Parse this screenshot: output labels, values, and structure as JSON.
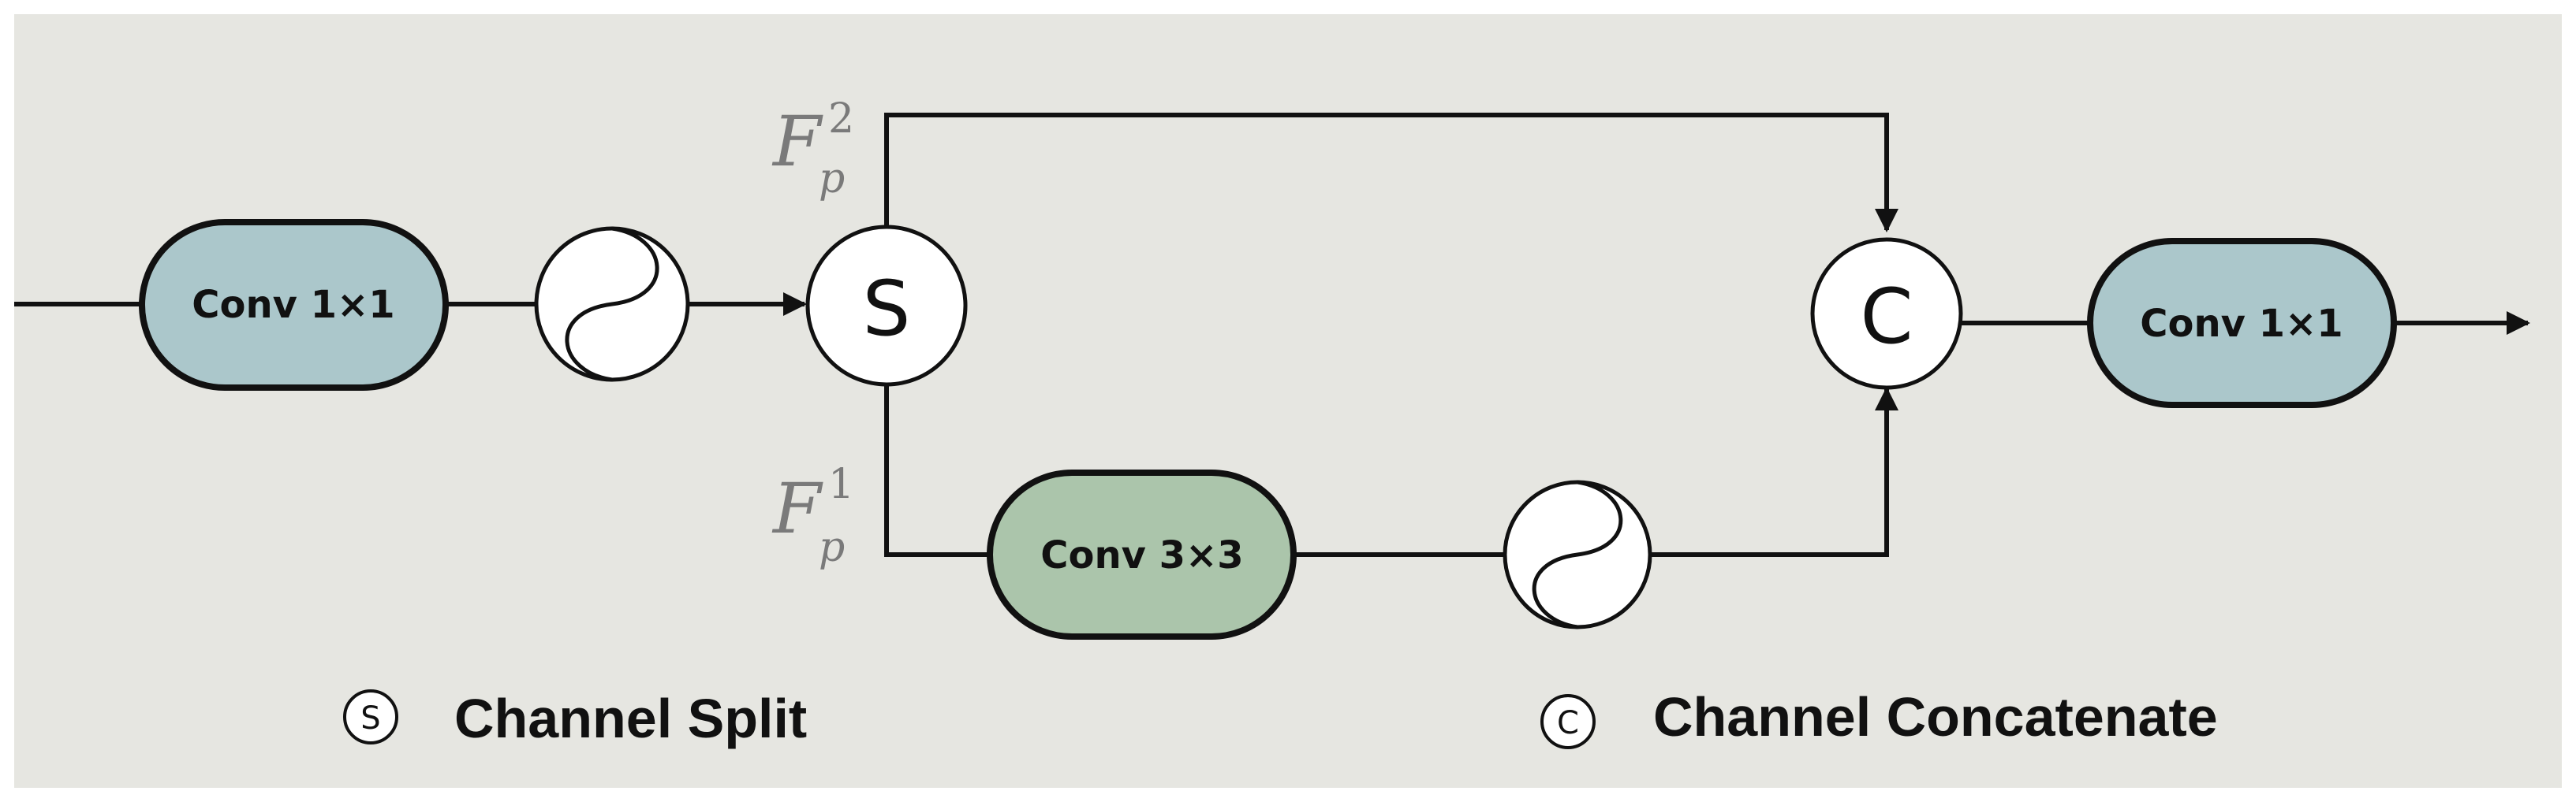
{
  "blocks": {
    "conv_in": {
      "label": "Conv 1×1"
    },
    "conv_mid": {
      "label": "Conv 3×3"
    },
    "conv_out": {
      "label": "Conv 1×1"
    }
  },
  "nodes": {
    "split": {
      "letter": "S"
    },
    "concat": {
      "letter": "C"
    }
  },
  "branches": {
    "upper": {
      "base": "F",
      "subscript": "p",
      "superscript": "2"
    },
    "lower": {
      "base": "F",
      "subscript": "p",
      "superscript": "1"
    }
  },
  "legend": {
    "split": {
      "symbol": "S",
      "text": "Channel Split"
    },
    "concat": {
      "symbol": "C",
      "text": "Channel Concatenate"
    }
  },
  "colors": {
    "background": "#e6e6e1",
    "conv_1x1_fill": "#abc7cb",
    "conv_3x3_fill": "#abc5ab",
    "line": "#111111",
    "math_text": "#7a7a7a"
  }
}
